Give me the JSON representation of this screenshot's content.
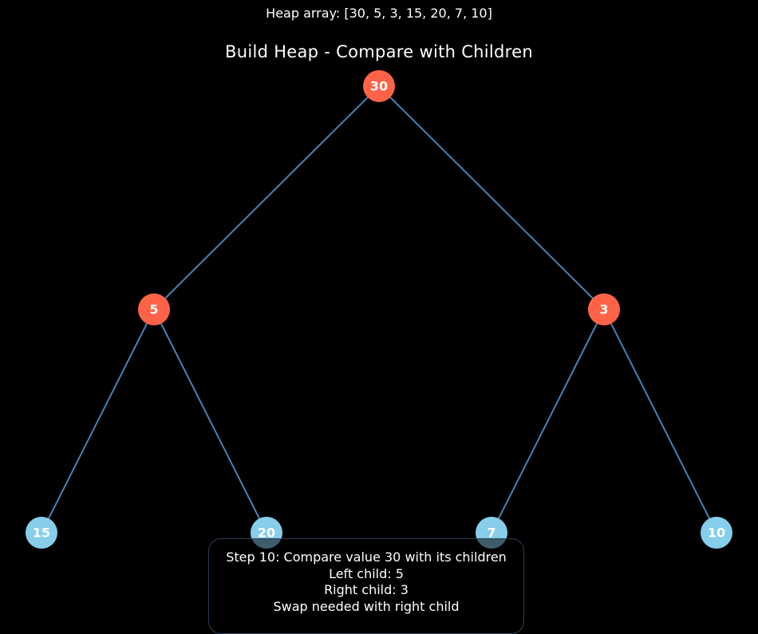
{
  "heap_array_text": "Heap array: [30, 5, 3, 15, 20, 7, 10]",
  "title": "Build Heap - Compare with Children",
  "colors": {
    "background": "#000000",
    "active_node": "#ff6347",
    "inactive_node": "#87ceeb",
    "edge": "#4682b4",
    "text": "#ffffff"
  },
  "tree": {
    "nodes": [
      {
        "id": 0,
        "value": "30",
        "state": "active"
      },
      {
        "id": 1,
        "value": "5",
        "state": "active"
      },
      {
        "id": 2,
        "value": "3",
        "state": "active"
      },
      {
        "id": 3,
        "value": "15",
        "state": "inactive"
      },
      {
        "id": 4,
        "value": "20",
        "state": "inactive"
      },
      {
        "id": 5,
        "value": "7",
        "state": "inactive"
      },
      {
        "id": 6,
        "value": "10",
        "state": "inactive"
      }
    ],
    "edges": [
      [
        0,
        1
      ],
      [
        0,
        2
      ],
      [
        1,
        3
      ],
      [
        1,
        4
      ],
      [
        2,
        5
      ],
      [
        2,
        6
      ]
    ]
  },
  "step_info": {
    "line1": "Step 10: Compare value 30 with its children",
    "line2": "Left child: 5",
    "line3": "Right child: 3",
    "line4": "Swap needed with right child"
  }
}
